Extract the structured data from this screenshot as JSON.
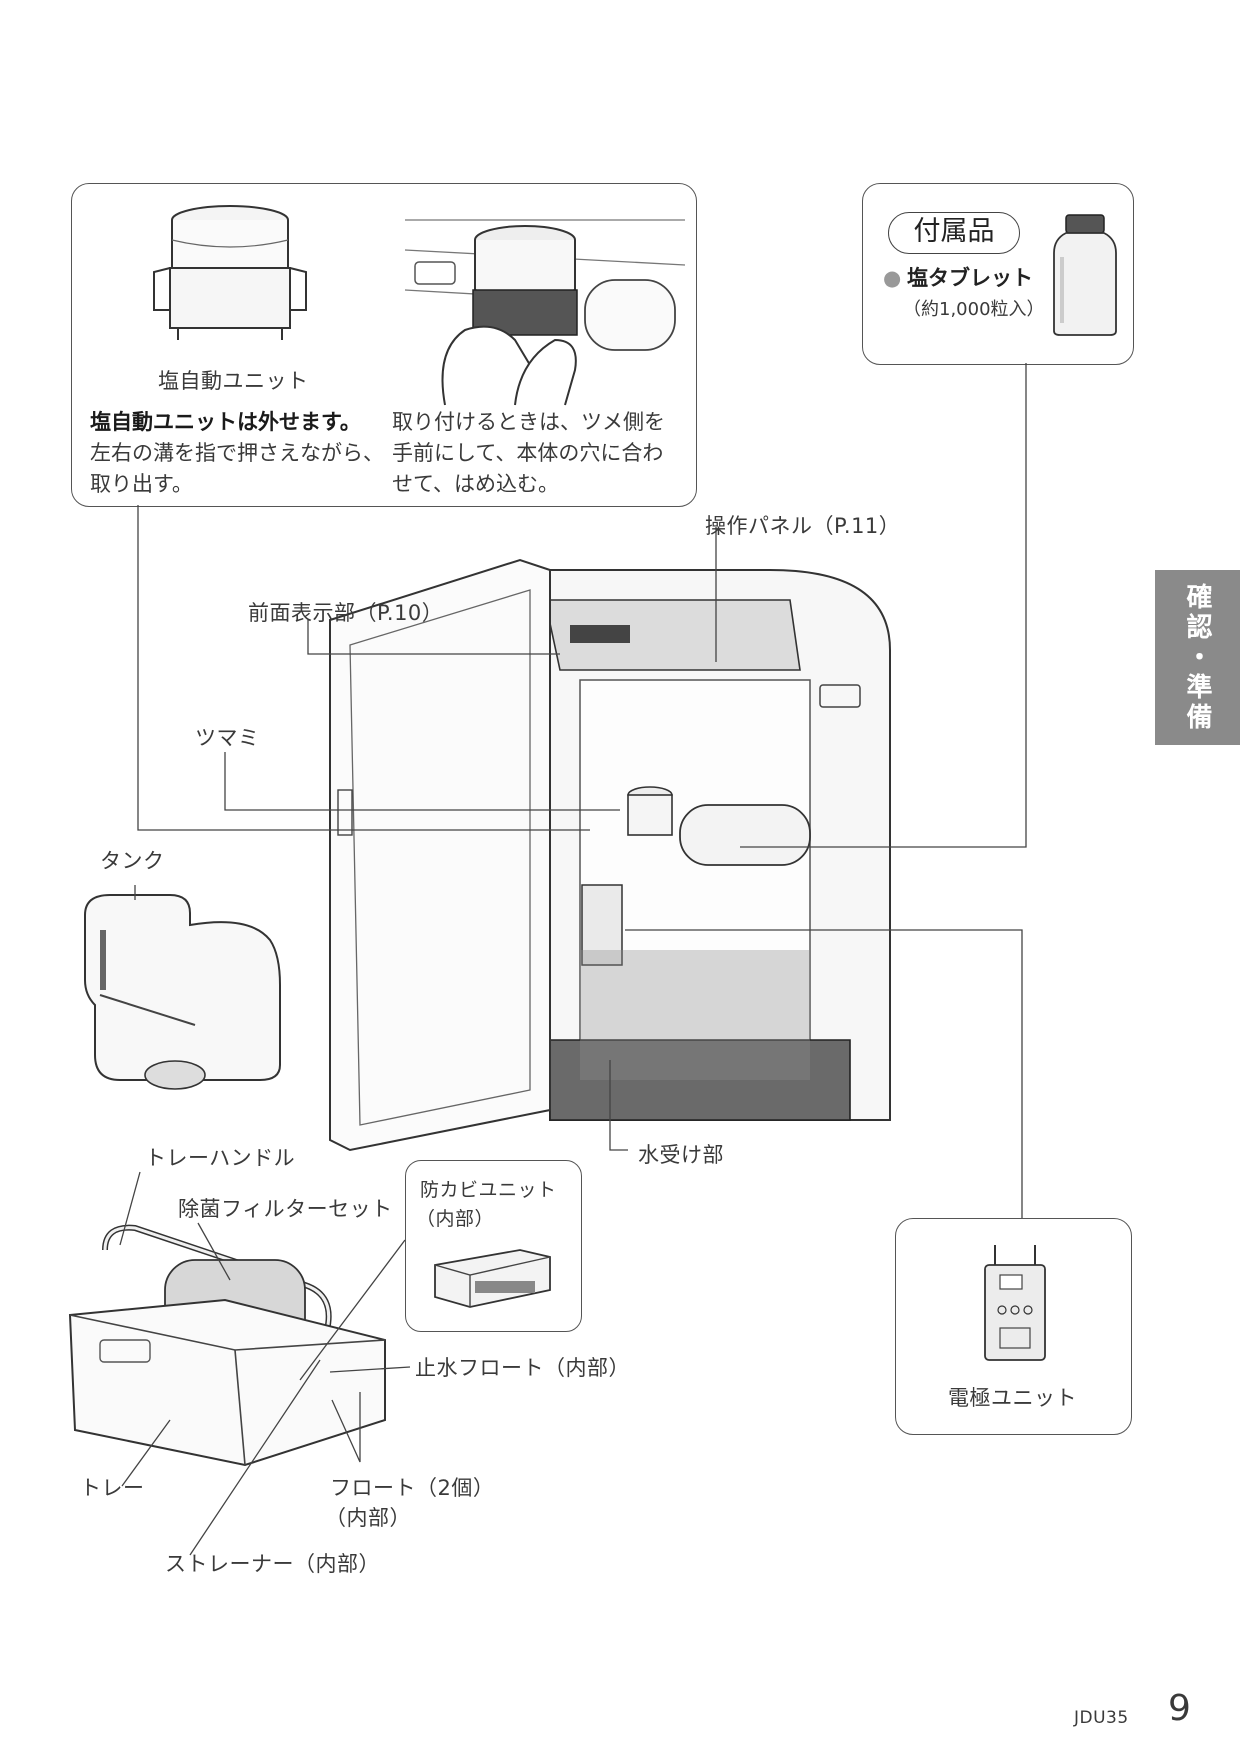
{
  "callout_salt_unit": {
    "caption": "塩自動ユニット",
    "left_bold": "塩自動ユニットは外せます。",
    "left_line2": "左右の溝を指で押さえながら、",
    "left_line3": "取り出す。",
    "right_line1": "取り付けるときは、ツメ側を",
    "right_line2": "手前にして、本体の穴に合わ",
    "right_line3": "せて、はめ込む。"
  },
  "accessory": {
    "title": "付属品",
    "bullet": "●",
    "item": "塩タブレット",
    "qty": "（約1,000粒入）"
  },
  "labels": {
    "control_panel": "操作パネル（P.11）",
    "front_display": "前面表示部（P.10）",
    "knob": "ツマミ",
    "tank": "タンク",
    "water_tray": "水受け部",
    "tray_handle": "トレーハンドル",
    "filter_set": "除菌フィルターセット",
    "mold_unit_line1": "防カビユニット",
    "mold_unit_line2": "（内部）",
    "stop_float": "止水フロート（内部）",
    "tray": "トレー",
    "float_line1": "フロート（2個）",
    "float_line2": "（内部）",
    "strainer": "ストレーナー（内部）",
    "electrode_unit": "電極ユニット"
  },
  "side_tab": "確認・準備",
  "footer": {
    "model": "JDU35",
    "page": "9"
  }
}
